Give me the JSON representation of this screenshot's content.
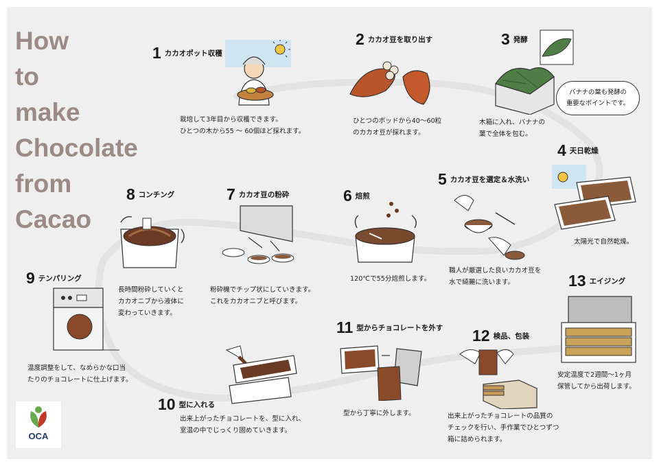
{
  "title_lines": [
    "How",
    "to",
    "make",
    "Chocolate",
    "from",
    "Cacao"
  ],
  "steps": [
    {
      "num": "1",
      "label": "カカオポット収穫",
      "desc": [
        "栽培して3年目から収穫できます。",
        "ひとつの木から55 ～ 60個ほど採れます。"
      ]
    },
    {
      "num": "2",
      "label": "カカオ豆を取り出す",
      "desc": [
        "ひとつのポッドから40～60粒",
        "のカカオ豆が採れます。"
      ]
    },
    {
      "num": "3",
      "label": "発酵",
      "desc": [
        "木箱に入れ、バナナの",
        "葉で全体を包む。"
      ]
    },
    {
      "num": "4",
      "label": "天日乾燥",
      "desc": [
        "太陽光で自然乾燥。"
      ]
    },
    {
      "num": "5",
      "label": "カカオ豆を選定＆水洗い",
      "desc": [
        "職人が厳選した良いカカオ豆を",
        "水で綺麗に洗います。"
      ]
    },
    {
      "num": "6",
      "label": "焙煎",
      "desc": [
        "120℃で55分焙煎します。"
      ]
    },
    {
      "num": "7",
      "label": "カカオ豆の粉砕",
      "desc": [
        "粉砕機でチップ状にしていきます。",
        "これをカカオニブと呼びます。"
      ]
    },
    {
      "num": "8",
      "label": "コンチング",
      "desc": [
        "長時間粉砕していくと",
        "カカオニブから液体に",
        "変わっていきます。"
      ]
    },
    {
      "num": "9",
      "label": "テンパリング",
      "desc": [
        "温度調整をして、なめらかな口当",
        "たりのチョコレートに仕上げます。"
      ]
    },
    {
      "num": "10",
      "label": "型に入れる",
      "desc": [
        "出来上がったチョコレートを、型に入れ、",
        "室温の中でじっくり固めていきます。"
      ]
    },
    {
      "num": "11",
      "label": "型からチョコレートを外す",
      "desc": [
        "型から丁寧に外します。"
      ]
    },
    {
      "num": "12",
      "label": "検品、包装",
      "desc": [
        "出来上がったチョコレートの品質の",
        "チェックを行い、手作業でひとつずつ",
        "箱に詰められます。"
      ]
    },
    {
      "num": "13",
      "label": "エイジング",
      "desc": [
        "安定温度で2週間～1ヶ月",
        "保管してから出荷します。"
      ]
    }
  ],
  "bubble": [
    "バナナの葉も発酵の",
    "重要なポイントです。"
  ],
  "logo": {
    "text": "OCA"
  },
  "colors": {
    "background": "#efefef",
    "title": "#9b8a86",
    "path": "#e3e3e3",
    "chocolate": "#8a4a2a",
    "cacao_pod": "#b8552a",
    "leaf": "#4f7d46",
    "sun": "#f4c542",
    "sky": "#cfe6f2",
    "logo_green": "#6aa84f",
    "logo_red": "#c0392b"
  },
  "icons": [
    "farmer-illustration",
    "cacao-pod-illustration",
    "fermentation-box-illustration",
    "drying-tray-illustration",
    "bean-sorting-illustration",
    "roasting-pan-illustration",
    "grinder-illustration",
    "conching-machine-illustration",
    "tempering-machine-illustration",
    "mold-pouring-illustration",
    "demold-illustration",
    "inspection-packing-illustration",
    "aging-rack-illustration",
    "sun-icon",
    "curved-arrow-icon"
  ]
}
